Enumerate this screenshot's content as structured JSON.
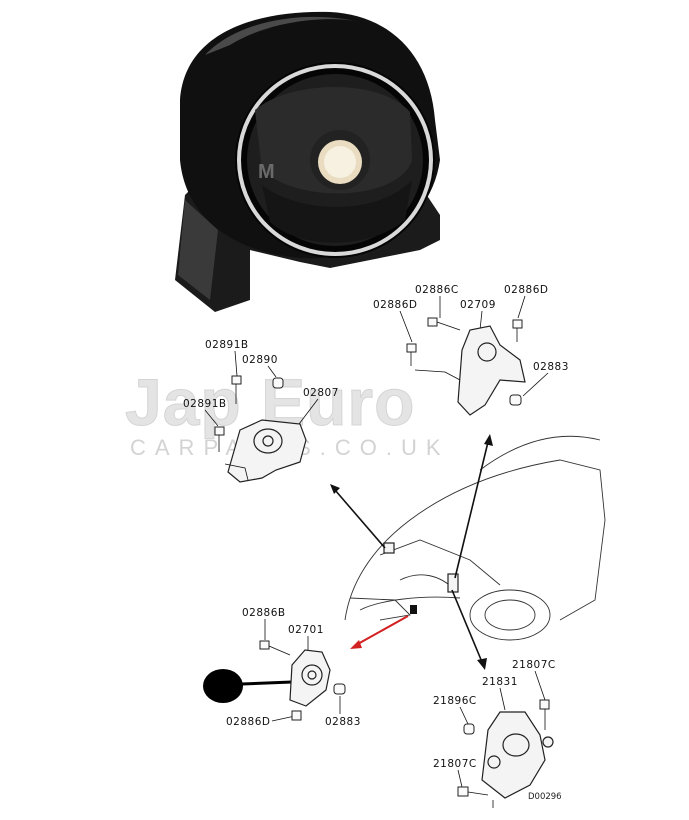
{
  "watermark": {
    "line1": "Jap Euro",
    "line2": "CARPARTS.CO.UK"
  },
  "diagram_code": "D00296",
  "callouts": {
    "mount_a": {
      "p1": "02891B",
      "p2": "02890",
      "p3": "02891B",
      "p4": "02807"
    },
    "mount_b": {
      "p1": "02886C",
      "p2": "02886D",
      "p3": "02709",
      "p4": "02886D",
      "p5": "02883"
    },
    "mount_c": {
      "p1": "02886B",
      "p2": "02701",
      "p3": "02886D",
      "p4": "02883"
    },
    "mount_d": {
      "p1": "21807C",
      "p2": "21831",
      "p3": "21896C",
      "p4": "21807C"
    }
  },
  "colors": {
    "highlight_arrow": "#d32020",
    "marker": "#000000"
  }
}
